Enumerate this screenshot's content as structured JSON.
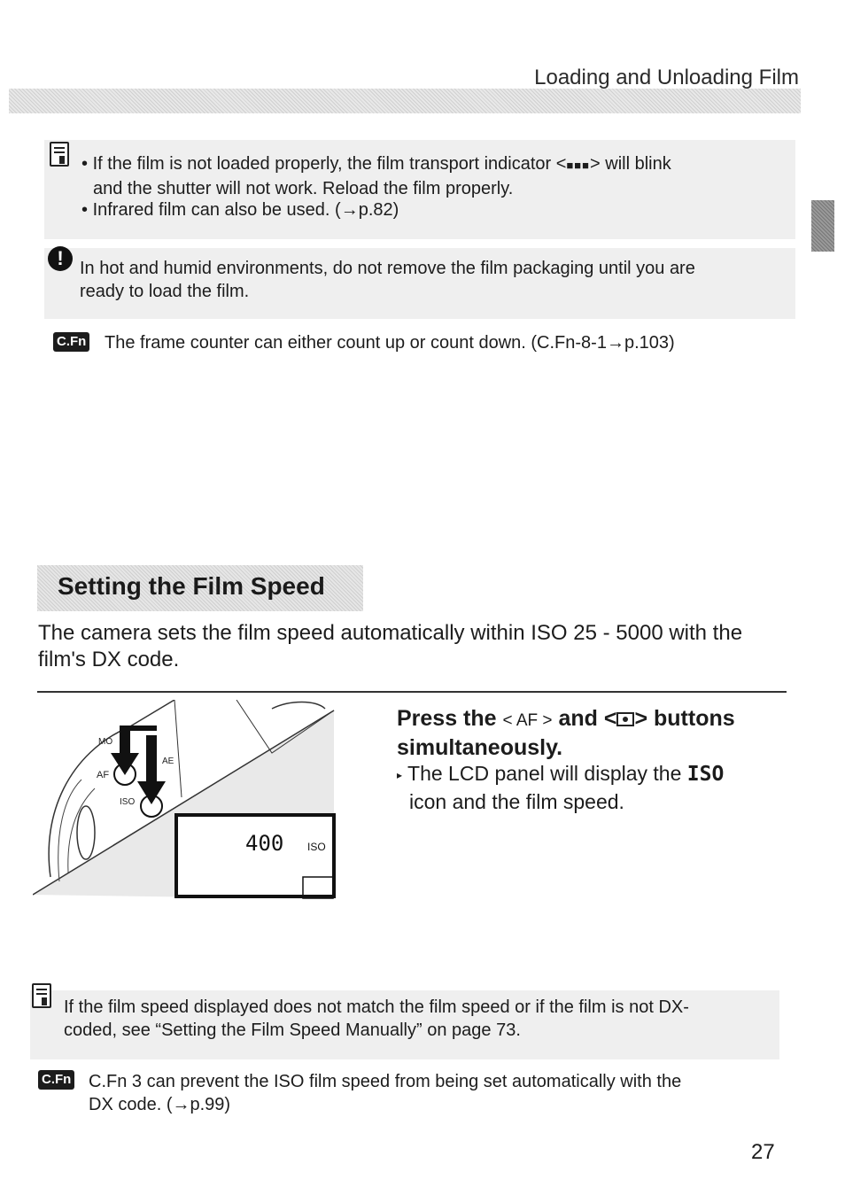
{
  "header": {
    "title": "Loading and Unloading Film"
  },
  "memo_note_1": {
    "icon": "memo-icon",
    "bullets": [
      {
        "line1": "If the film is not loaded properly, the film transport indicator <",
        "indicator": "■■■",
        "line1_end": "> will blink",
        "line2": "and the shutter will not work. Reload the film properly."
      },
      {
        "text": "Infrared film can also be used. (→p.82)"
      }
    ]
  },
  "caution_note": {
    "icon": "caution-icon",
    "line1": "In hot and humid environments, do not remove the film packaging until you are",
    "line2": "ready to load the film."
  },
  "cfn_note_1": {
    "badge": "C.Fn",
    "text": "The frame counter can either count up or count down. (C.Fn-8-1→p.103)"
  },
  "section": {
    "title": "Setting the Film Speed",
    "intro_line1": "The camera sets the film speed automatically within ISO 25 - 5000 with the",
    "intro_line2": "film's DX code."
  },
  "figure": {
    "lcd_value": "400",
    "lcd_iso": "ISO",
    "label_af": "AF",
    "label_iso": "ISO",
    "label_mode": "MO",
    "label_ae": "AE"
  },
  "step": {
    "title_a": "Press the ",
    "af_label": "< AF >",
    "title_b": " and ",
    "lt": "<",
    "gt": ">",
    "title_c": " buttons",
    "title_line2": "simultaneously.",
    "body_a": "The LCD panel will display the ",
    "iso_icon": "ISO",
    "body_line2": "icon and the film speed."
  },
  "memo_note_2": {
    "icon": "memo-icon",
    "line1": "If the film speed displayed does not match the film speed or if the film is not DX-",
    "line2": "coded, see “Setting the Film Speed Manually” on page 73."
  },
  "cfn_note_2": {
    "badge": "C.Fn",
    "line1": "C.Fn 3 can prevent the ISO film speed from being set automatically with the",
    "line2": "DX code. (→p.99)"
  },
  "page_number": "27"
}
